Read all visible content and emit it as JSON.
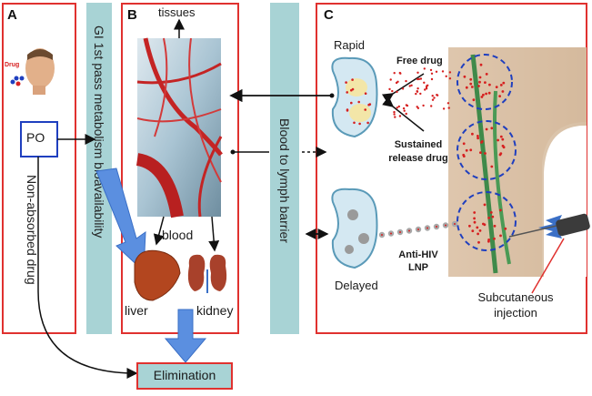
{
  "panel_a": {
    "letter": "A",
    "po_label": "PO",
    "non_absorbed": "Non-absorbed drug",
    "drug_tag": "Drug"
  },
  "gi_band": {
    "text": "GI 1st pass metabolism bioavailability"
  },
  "panel_b": {
    "letter": "B",
    "tissues": "tissues",
    "blood": "blood",
    "liver": "liver",
    "kidney": "kidney"
  },
  "lymph_band": {
    "text": "Blood to lymph barrier"
  },
  "panel_c": {
    "letter": "C",
    "rapid": "Rapid",
    "delayed": "Delayed",
    "free_drug": "Free drug",
    "sustained": "Sustained release drug",
    "anti_hiv": "Anti-HIV LNP",
    "subq": "Subcutaneous injection"
  },
  "elimination": {
    "label": "Elimination"
  },
  "colors": {
    "panel_border": "#e0312f",
    "band": "#a8d3d5",
    "po_border": "#1f3fbf",
    "big_arrow": "#5b8fe0",
    "dashed_circle": "#1f3fbf",
    "drug_dots": "#d62020"
  }
}
